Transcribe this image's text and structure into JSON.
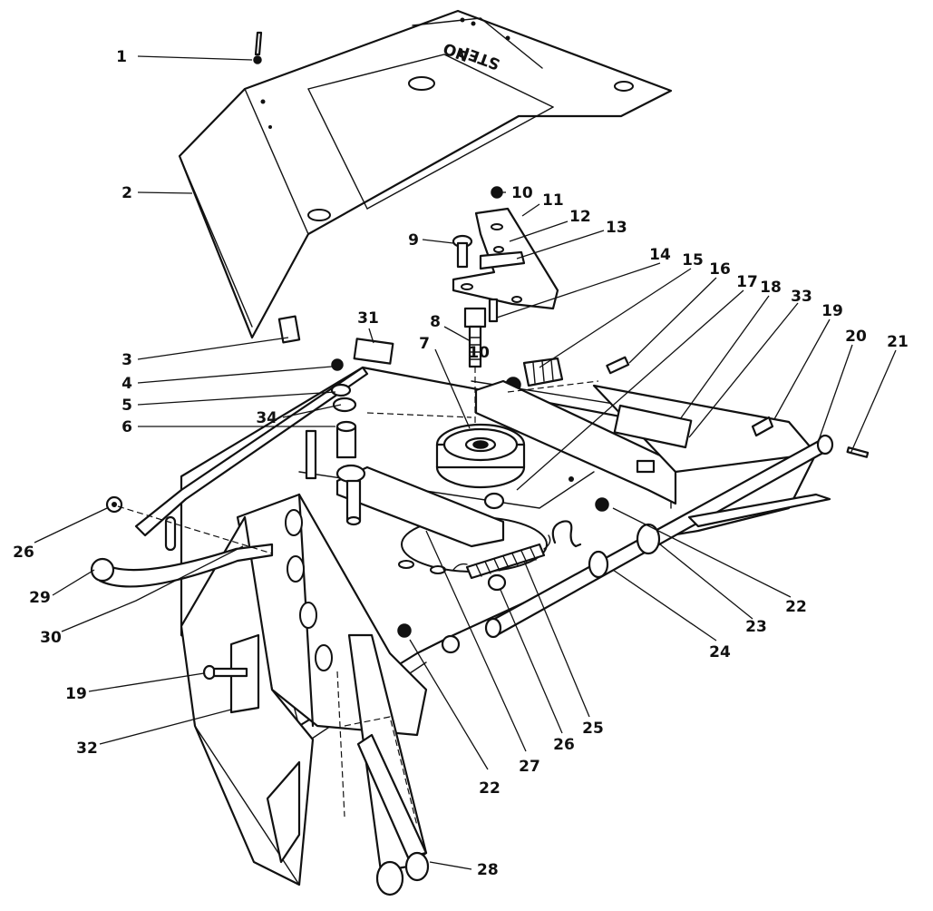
{
  "diagram": {
    "stencil_line1": "NO",
    "stencil_line2": "STEP",
    "callouts": [
      "1",
      "2",
      "3",
      "4",
      "5",
      "6",
      "7",
      "8",
      "9",
      "10",
      "10",
      "11",
      "12",
      "13",
      "14",
      "15",
      "16",
      "17",
      "18",
      "33",
      "19",
      "20",
      "21",
      "34",
      "31",
      "26",
      "29",
      "30",
      "19",
      "32",
      "22",
      "27",
      "26",
      "25",
      "24",
      "23",
      "22",
      "28"
    ]
  }
}
